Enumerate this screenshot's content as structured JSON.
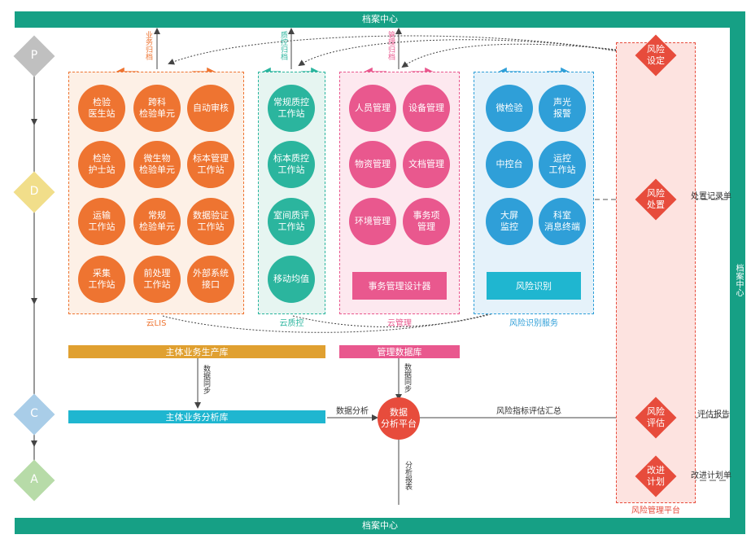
{
  "archive": {
    "top": "档案中心",
    "bottom": "档案中心",
    "right": "档案中心"
  },
  "pdca": [
    "P",
    "D",
    "C",
    "A"
  ],
  "lis": {
    "label": "云LIS",
    "upload_label": "业务归档",
    "items": [
      "检验\n医生站",
      "跨科\n检验单元",
      "自动审核",
      "检验\n护士站",
      "微生物\n检验单元",
      "标本管理\n工作站",
      "运输\n工作站",
      "常规\n检验单元",
      "数据验证\n工作站",
      "采集\n工作站",
      "前处理\n工作站",
      "外部系统\n接口"
    ]
  },
  "qc": {
    "label": "云质控",
    "upload_label": "质控归档",
    "items": [
      "常规质控\n工作站",
      "标本质控\n工作站",
      "室间质评\n工作站",
      "移动均值"
    ]
  },
  "mgmt": {
    "label": "云管理",
    "upload_label": "管理归档",
    "items": [
      "人员管理",
      "设备管理",
      "物资管理",
      "文档管理",
      "环境管理",
      "事务项\n管理"
    ],
    "designer": "事务管理设计器"
  },
  "risk_id": {
    "label": "风险识别服务",
    "items": [
      "微检验",
      "声光\n报警",
      "中控台",
      "运控\n工作站",
      "大屏\n监控",
      "科室\n消息终端"
    ],
    "button": "风险识别"
  },
  "databases": {
    "production": "主体业务生产库",
    "management": "管理数据库",
    "analysis": "主体业务分析库",
    "sync_label": "数据同步",
    "mgmt_sync_label": "数据同步"
  },
  "analysis_platform": {
    "label": "数据\n分析平台",
    "in_label": "数据分析",
    "out_label": "风险指标评估汇总",
    "report_label": "分析报表"
  },
  "risk_platform": {
    "label": "风险管理平台",
    "nodes": [
      "风险\n设定",
      "风险\n处置",
      "风险\n评估",
      "改进\n计划"
    ],
    "outputs": [
      "处置记录单",
      "评估报告",
      "改进计划单"
    ]
  },
  "colors": {
    "archive": "#16a085",
    "orange": "#ee7431",
    "teal": "#2bb59e",
    "pink": "#e9588e",
    "blue": "#2f9fd8",
    "red": "#e74c3c",
    "gold": "#e0a030",
    "cyan": "#1fb6d0"
  }
}
